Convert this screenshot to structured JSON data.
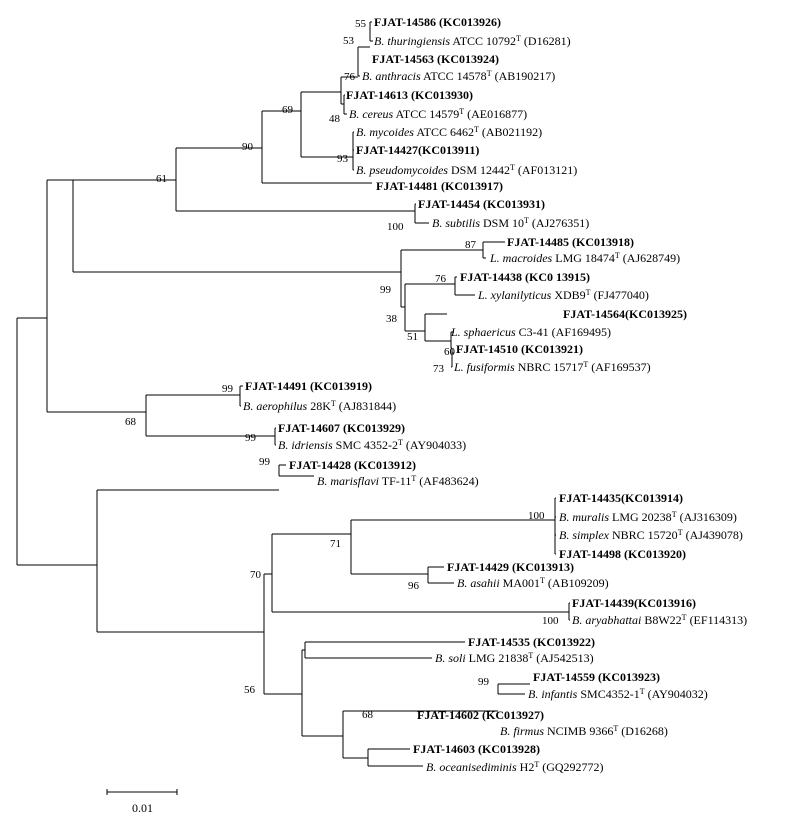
{
  "tree": {
    "leaves": [
      {
        "id": "l1",
        "strain": "FJAT-14586 (KC013926)",
        "species": "",
        "name": "",
        "strainid": "",
        "acc": ""
      },
      {
        "id": "l2",
        "strain": "",
        "species": "B. thuringiensis",
        "name": "",
        "strainid": " ATCC 10792",
        "acc": " (D16281)",
        "sup": "T"
      },
      {
        "id": "l3",
        "strain": "FJAT-14563 (KC013924)",
        "species": "",
        "strainid": "",
        "acc": ""
      },
      {
        "id": "l4",
        "strain": "",
        "species": "B. anthracis",
        "strainid": " ATCC 14578",
        "acc": " (AB190217)",
        "sup": "T"
      },
      {
        "id": "l5",
        "strain": "FJAT-14613 (KC013930)",
        "species": "",
        "strainid": "",
        "acc": ""
      },
      {
        "id": "l6",
        "strain": "",
        "species": "B. cereus",
        "strainid": " ATCC 14579",
        "acc": " (AE016877)",
        "sup": "T"
      },
      {
        "id": "l7",
        "strain": "",
        "species": "B. mycoides",
        "strainid": " ATCC 6462",
        "acc": " (AB021192)",
        "sup": "T"
      },
      {
        "id": "l8",
        "strain": "FJAT-14427(KC013911)",
        "species": "",
        "strainid": "",
        "acc": ""
      },
      {
        "id": "l9",
        "strain": "",
        "species": "B. pseudomycoides",
        "strainid": " DSM 12442",
        "acc": " (AF013121)",
        "sup": "T"
      },
      {
        "id": "l10",
        "strain": "FJAT-14481 (KC013917)",
        "species": "",
        "strainid": "",
        "acc": ""
      },
      {
        "id": "l11",
        "strain": "FJAT-14454 (KC013931)",
        "species": "",
        "strainid": "",
        "acc": ""
      },
      {
        "id": "l12",
        "strain": "",
        "species": "B. subtilis",
        "strainid": " DSM 10",
        "acc": " (AJ276351)",
        "sup": "T"
      },
      {
        "id": "l13",
        "strain": "FJAT-14485 (KC013918)",
        "species": "",
        "strainid": "",
        "acc": ""
      },
      {
        "id": "l14",
        "strain": "",
        "species": "L. macroides",
        "strainid": " LMG 18474",
        "acc": " (AJ628749)",
        "sup": "T"
      },
      {
        "id": "l15",
        "strain": "FJAT-14438 (KC0 13915)",
        "species": "",
        "strainid": "",
        "acc": ""
      },
      {
        "id": "l16",
        "strain": "",
        "species": "L. xylanilyticus",
        "strainid": " XDB9",
        "acc": " (FJ477040)",
        "sup": "T"
      },
      {
        "id": "l17",
        "strain": "FJAT-14564(KC013925)",
        "species": "",
        "strainid": "",
        "acc": ""
      },
      {
        "id": "l18",
        "strain": "",
        "species": "L. sphaericus",
        "strainid": " C3-41",
        "acc": " (AF169495)",
        "sup": ""
      },
      {
        "id": "l19",
        "strain": "FJAT-14510 (KC013921)",
        "species": "",
        "strainid": "",
        "acc": ""
      },
      {
        "id": "l20",
        "strain": "",
        "species": "L. fusiformis",
        "strainid": " NBRC 15717",
        "acc": " (AF169537)",
        "sup": "T"
      },
      {
        "id": "l21",
        "strain": "FJAT-14491 (KC013919)",
        "species": "",
        "strainid": "",
        "acc": ""
      },
      {
        "id": "l22",
        "strain": "",
        "species": "B. aerophilus",
        "strainid": " 28K",
        "acc": " (AJ831844)",
        "sup": "T"
      },
      {
        "id": "l23",
        "strain": "FJAT-14607 (KC013929)",
        "species": "",
        "strainid": "",
        "acc": ""
      },
      {
        "id": "l24",
        "strain": "",
        "species": "B. idriensis",
        "strainid": " SMC 4352-2",
        "acc": " (AY904033)",
        "sup": "T"
      },
      {
        "id": "l25",
        "strain": "FJAT-14428 (KC013912)",
        "species": "",
        "strainid": "",
        "acc": ""
      },
      {
        "id": "l26",
        "strain": "",
        "species": "B. marisflavi",
        "strainid": " TF-11",
        "acc": " (AF483624)",
        "sup": "T"
      },
      {
        "id": "l27",
        "strain": "FJAT-14435(KC013914)",
        "species": "",
        "strainid": "",
        "acc": ""
      },
      {
        "id": "l28",
        "strain": "",
        "species": "B. muralis",
        "strainid": " LMG 20238",
        "acc": " (AJ316309)",
        "sup": "T"
      },
      {
        "id": "l29",
        "strain": "",
        "species": "B. simplex",
        "strainid": " NBRC 15720",
        "acc": " (AJ439078)",
        "sup": "T"
      },
      {
        "id": "l30",
        "strain": "FJAT-14498 (KC013920)",
        "species": "",
        "strainid": "",
        "acc": ""
      },
      {
        "id": "l31",
        "strain": "FJAT-14429 (KC013913)",
        "species": "",
        "strainid": "",
        "acc": ""
      },
      {
        "id": "l32",
        "strain": "",
        "species": "B. asahii",
        "strainid": " MA001",
        "acc": " (AB109209)",
        "sup": "T"
      },
      {
        "id": "l33",
        "strain": "FJAT-14439(KC013916)",
        "species": "",
        "strainid": "",
        "acc": ""
      },
      {
        "id": "l34",
        "strain": "",
        "species": "B. aryabhattai",
        "strainid": " B8W22",
        "acc": " (EF114313)",
        "sup": "T"
      },
      {
        "id": "l35",
        "strain": "FJAT-14535 (KC013922)",
        "species": "",
        "strainid": "",
        "acc": ""
      },
      {
        "id": "l36",
        "strain": "",
        "species": "B. soli",
        "strainid": " LMG 21838",
        "acc": " (AJ542513)",
        "sup": "T"
      },
      {
        "id": "l37",
        "strain": "FJAT-14559 (KC013923)",
        "species": "",
        "strainid": "",
        "acc": ""
      },
      {
        "id": "l38",
        "strain": "",
        "species": "B. infantis",
        "strainid": " SMC4352-1",
        "acc": " (AY904032)",
        "sup": "T"
      },
      {
        "id": "l39",
        "strain": "FJAT-14602 (KC013927)",
        "species": "",
        "strainid": "",
        "acc": ""
      },
      {
        "id": "l40",
        "strain": "",
        "species": "B. firmus",
        "strainid": " NCIMB 9366",
        "acc": " (D16268)",
        "sup": "T"
      },
      {
        "id": "l41",
        "strain": "FJAT-14603 (KC013928)",
        "species": "",
        "strainid": "",
        "acc": ""
      },
      {
        "id": "l42",
        "strain": "",
        "species": "B. oceanisediminis",
        "strainid": " H2",
        "acc": " (GQ292772)",
        "sup": "T"
      }
    ],
    "bootstrap": [
      {
        "id": "b1",
        "value": "55"
      },
      {
        "id": "b2",
        "value": "53"
      },
      {
        "id": "b3",
        "value": "76"
      },
      {
        "id": "b4",
        "value": "48"
      },
      {
        "id": "b5",
        "value": "69"
      },
      {
        "id": "b6",
        "value": "93"
      },
      {
        "id": "b7",
        "value": "90"
      },
      {
        "id": "b8",
        "value": "61"
      },
      {
        "id": "b9",
        "value": "100"
      },
      {
        "id": "b10",
        "value": "87"
      },
      {
        "id": "b11",
        "value": "76"
      },
      {
        "id": "b12",
        "value": "99"
      },
      {
        "id": "b13",
        "value": "38"
      },
      {
        "id": "b14",
        "value": "51"
      },
      {
        "id": "b15",
        "value": "60"
      },
      {
        "id": "b16",
        "value": "73"
      },
      {
        "id": "b17",
        "value": "99"
      },
      {
        "id": "b18",
        "value": "68"
      },
      {
        "id": "b19",
        "value": "99"
      },
      {
        "id": "b20",
        "value": "99"
      },
      {
        "id": "b21",
        "value": "100"
      },
      {
        "id": "b22",
        "value": "71"
      },
      {
        "id": "b23",
        "value": "70"
      },
      {
        "id": "b24",
        "value": "96"
      },
      {
        "id": "b25",
        "value": "100"
      },
      {
        "id": "b26",
        "value": "99"
      },
      {
        "id": "b27",
        "value": "68"
      },
      {
        "id": "b28",
        "value": "56"
      }
    ],
    "scale_bar_label": "0.01"
  }
}
